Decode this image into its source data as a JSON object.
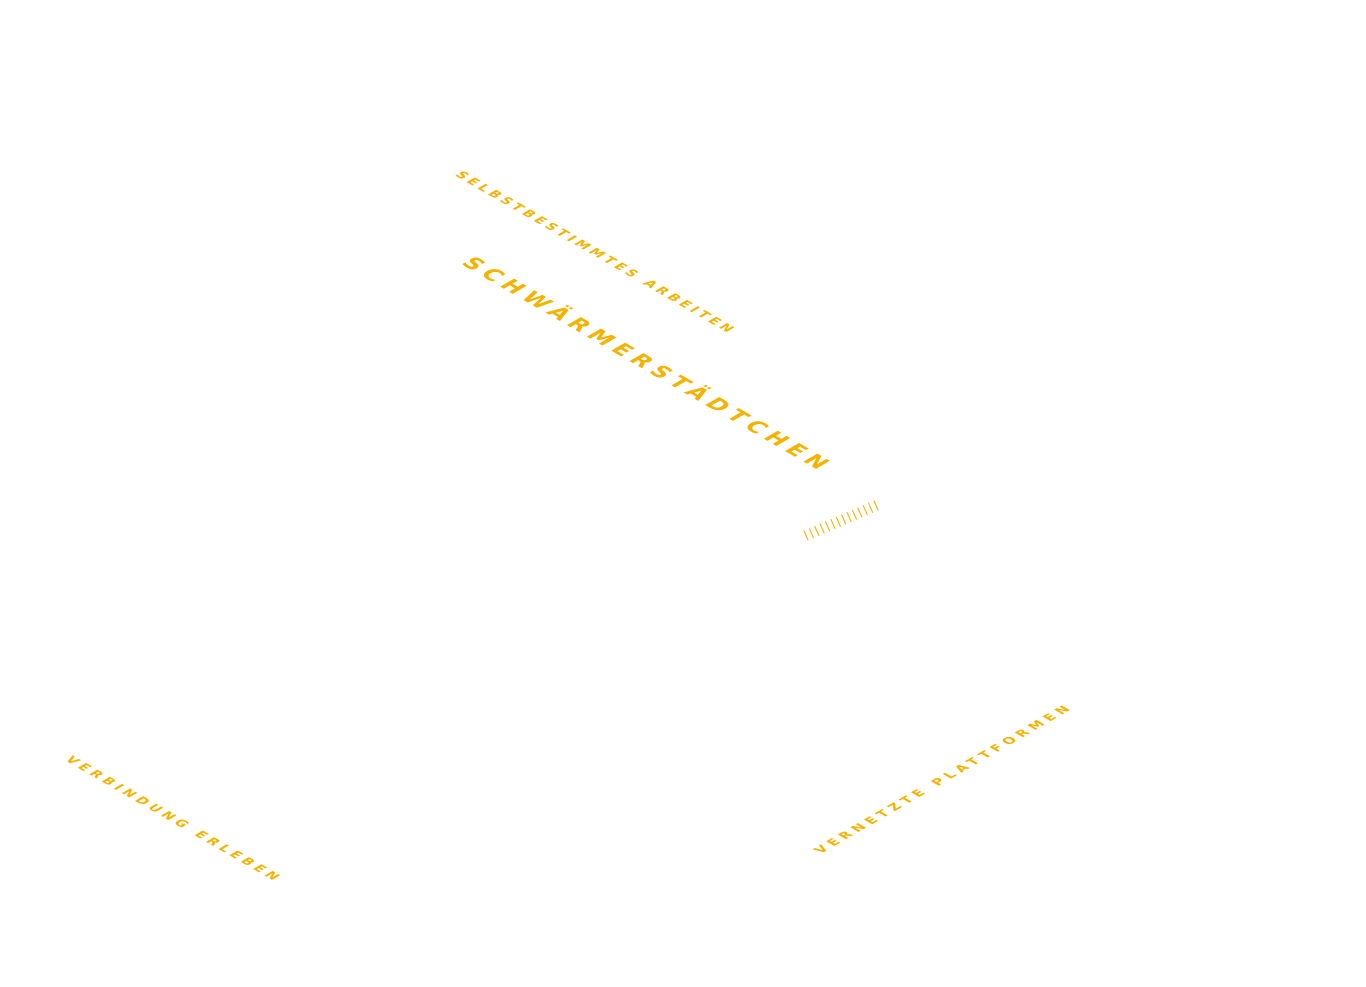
{
  "colors": {
    "background": "#ffffff",
    "accent": "#F5B300"
  },
  "labels": {
    "subtitle": "Selbstbestimmtes Arbeiten",
    "title": "Schwärmerstädtchen",
    "bottom_left": "Verbindung erleben",
    "bottom_right": "Vernetzte Plattformen"
  },
  "decoration": {
    "stripes_icon": "hatch-stripes-icon",
    "stripe_count": 14
  }
}
